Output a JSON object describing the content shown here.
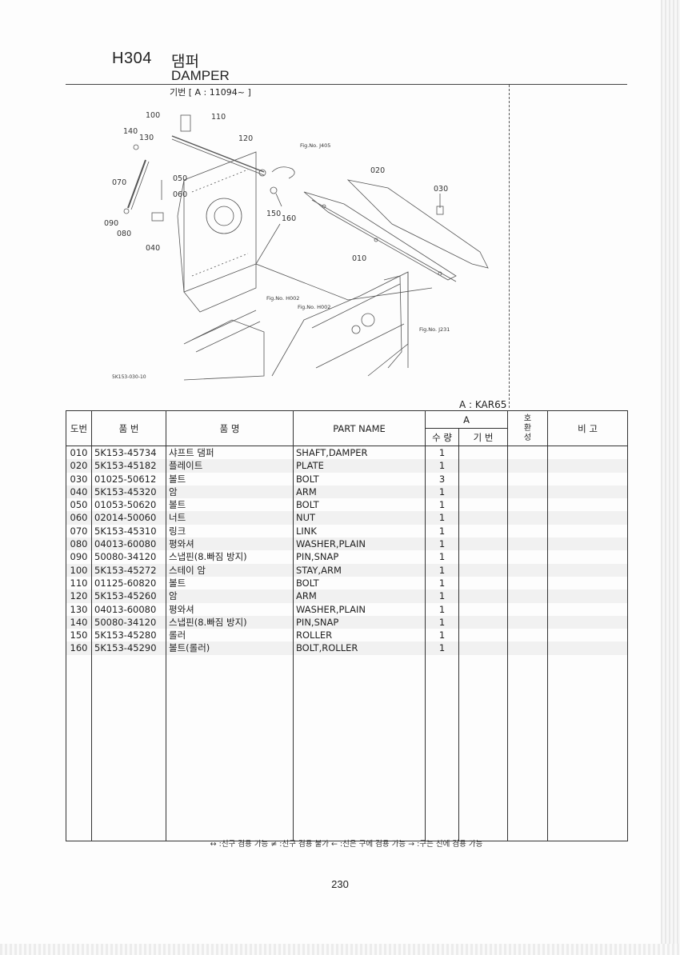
{
  "header": {
    "code": "H304",
    "title_ko": "댐퍼",
    "title_en": "DAMPER",
    "serial": "기번 [ A : 11094~ ]"
  },
  "diagram": {
    "callouts": {
      "p100": "100",
      "p110": "110",
      "p140": "140",
      "p130": "130",
      "p120": "120",
      "p070": "070",
      "p050": "050",
      "p060": "060",
      "p090": "090",
      "p080": "080",
      "p040": "040",
      "p150": "150",
      "p160": "160",
      "p020": "020",
      "p030": "030",
      "p010": "010"
    },
    "fig_refs": {
      "j405": "Fig.No. J405",
      "h002a": "Fig.No. H002",
      "h002b": "Fig.No. H002",
      "j231": "Fig.No. J231"
    },
    "drawing_code": "5K153-030-10"
  },
  "model_note": "A : KAR65",
  "table": {
    "headers": {
      "no": "도번",
      "part_no": "품 번",
      "name_ko": "품 명",
      "part_name": "PART NAME",
      "group_a": "A",
      "qty": "수 량",
      "serial": "기 번",
      "interchange": "호 환 성",
      "remarks": "비 고"
    },
    "rows": [
      {
        "no": "010",
        "part_no": "5K153-45734",
        "name_ko": "샤프트 댐퍼",
        "part_name": "SHAFT,DAMPER",
        "qty": "1"
      },
      {
        "no": "020",
        "part_no": "5K153-45182",
        "name_ko": "플레이트",
        "part_name": "PLATE",
        "qty": "1"
      },
      {
        "no": "030",
        "part_no": "01025-50612",
        "name_ko": "볼트",
        "part_name": "BOLT",
        "qty": "3"
      },
      {
        "no": "040",
        "part_no": "5K153-45320",
        "name_ko": "암",
        "part_name": "ARM",
        "qty": "1"
      },
      {
        "no": "050",
        "part_no": "01053-50620",
        "name_ko": "볼트",
        "part_name": "BOLT",
        "qty": "1"
      },
      {
        "no": "060",
        "part_no": "02014-50060",
        "name_ko": "너트",
        "part_name": "NUT",
        "qty": "1"
      },
      {
        "no": "070",
        "part_no": "5K153-45310",
        "name_ko": "링크",
        "part_name": "LINK",
        "qty": "1"
      },
      {
        "no": "080",
        "part_no": "04013-60080",
        "name_ko": "평와셔",
        "part_name": "WASHER,PLAIN",
        "qty": "1"
      },
      {
        "no": "090",
        "part_no": "50080-34120",
        "name_ko": "스냅핀(8.빠짐 방지)",
        "part_name": "PIN,SNAP",
        "qty": "1"
      },
      {
        "no": "100",
        "part_no": "5K153-45272",
        "name_ko": "스테이 암",
        "part_name": "STAY,ARM",
        "qty": "1"
      },
      {
        "no": "110",
        "part_no": "01125-60820",
        "name_ko": "볼트",
        "part_name": "BOLT",
        "qty": "1"
      },
      {
        "no": "120",
        "part_no": "5K153-45260",
        "name_ko": "암",
        "part_name": "ARM",
        "qty": "1"
      },
      {
        "no": "130",
        "part_no": "04013-60080",
        "name_ko": "평와셔",
        "part_name": "WASHER,PLAIN",
        "qty": "1"
      },
      {
        "no": "140",
        "part_no": "50080-34120",
        "name_ko": "스냅핀(8.빠짐 방지)",
        "part_name": "PIN,SNAP",
        "qty": "1"
      },
      {
        "no": "150",
        "part_no": "5K153-45280",
        "name_ko": "롤러",
        "part_name": "ROLLER",
        "qty": "1"
      },
      {
        "no": "160",
        "part_no": "5K153-45290",
        "name_ko": "볼트(롤러)",
        "part_name": "BOLT,ROLLER",
        "qty": "1"
      }
    ]
  },
  "legend": "↔ :신구 겸용 가능   ≠ :신구 겸용 불가   ← :신은 구에 겸용 가능   → :구는 신에 겸용 가능",
  "page_number": "230"
}
